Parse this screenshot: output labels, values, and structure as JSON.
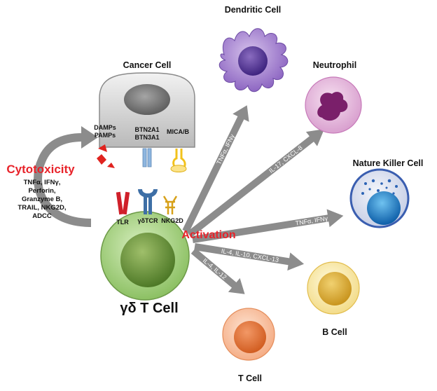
{
  "labels": {
    "dendritic_cell": "Dendritic Cell",
    "neutrophil": "Neutrophil",
    "cancer_cell": "Cancer Cell",
    "nk_cell": "Nature Killer Cell",
    "b_cell": "B Cell",
    "t_cell": "T Cell",
    "gd_t_cell": "γδ T Cell",
    "cytotoxicity": "Cytotoxicity",
    "activation": "Activation"
  },
  "cytotoxicity_factors": [
    "TNFα, IFNγ,",
    "Perforin,",
    "Granzyme B,",
    "TRAIL, NKG2D,",
    "ADCC"
  ],
  "ligands": {
    "damps": [
      "DAMPs",
      "PAMPs"
    ],
    "btn": [
      "BTN2A1",
      "BTN3A1"
    ],
    "mica": "MICA/B"
  },
  "receptors": {
    "tlr": "TLR",
    "gdtcr": "γδTCR",
    "nkg2d": "NKG2D"
  },
  "arrows": {
    "to_dc": "TNFα, IFNγ",
    "to_neutrophil": "IL-17, CXCL-8",
    "to_nk": "TNFα, IFNγ",
    "to_b": "IL-4, IL-10, CXCL-13",
    "to_t": "IL-4, IL-12"
  },
  "colors": {
    "cytotoxicity": "#e8232a",
    "activation": "#e8232a",
    "arrow": "#8c8c8c",
    "gd_t_cell": "#a8d080",
    "cancer_cell": "#c8c8c8"
  }
}
